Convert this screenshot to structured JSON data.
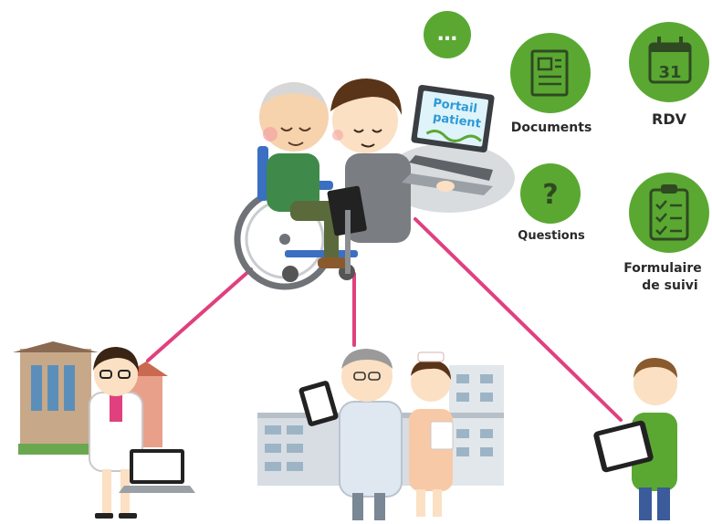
{
  "portal": {
    "line1": "Portail",
    "line2": "patient"
  },
  "services": {
    "more": "…",
    "documents": "Documents",
    "rdv": "RDV",
    "rdv_day": "31",
    "questions": "Questions",
    "questions_mark": "?",
    "formulaire_line1": "Formulaire",
    "formulaire_line2": "de suivi"
  },
  "colors": {
    "green": "#5aa832",
    "green_dark": "#3f7f1f",
    "link": "#e0407e",
    "screen": "#dff3fb"
  }
}
